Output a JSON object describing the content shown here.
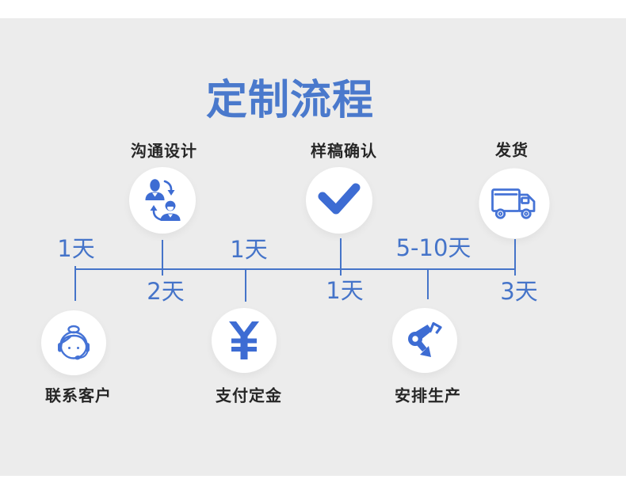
{
  "page": {
    "title": "定制流程",
    "colors": {
      "background_gray": "#ececec",
      "page_white": "#ffffff",
      "title_blue": "#4a79cc",
      "timeline_blue": "#4574c9",
      "icon_blue": "#3d6cd3",
      "label_dark": "#262626"
    }
  },
  "steps": [
    {
      "name": "联系客户",
      "duration": "1天",
      "icon": "customer-service-icon",
      "row": "bottom"
    },
    {
      "name": "沟通设计",
      "duration": "2天",
      "icon": "people-exchange-icon",
      "row": "top"
    },
    {
      "name": "支付定金",
      "duration": "1天",
      "icon": "yuan-currency-icon",
      "row": "bottom"
    },
    {
      "name": "样稿确认",
      "duration": "1天",
      "icon": "checkmark-icon",
      "row": "top"
    },
    {
      "name": "安排生产",
      "duration": "5-10天",
      "icon": "robot-arm-icon",
      "row": "bottom"
    },
    {
      "name": "发货",
      "duration": "3天",
      "icon": "truck-icon",
      "row": "top"
    }
  ]
}
